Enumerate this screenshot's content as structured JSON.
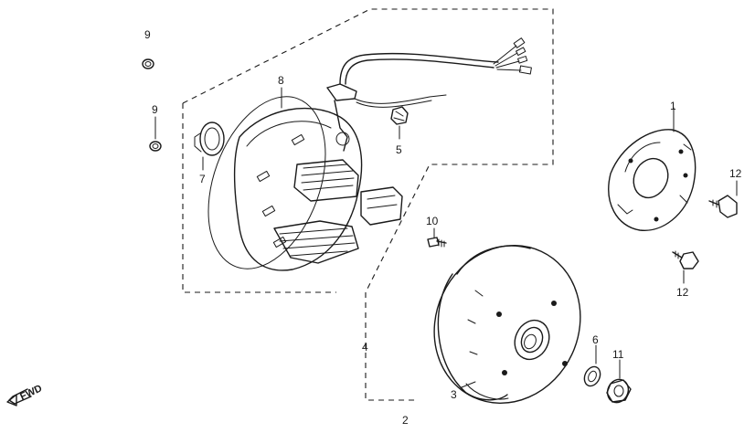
{
  "diagram": {
    "callouts": {
      "p1": "1",
      "p2": "2",
      "p3": "3",
      "p4": "4",
      "p5": "5",
      "p6": "6",
      "p7": "7",
      "p8": "8",
      "p9a": "9",
      "p9b": "9",
      "p10": "10",
      "p11": "11",
      "p12a": "12",
      "p12b": "12"
    },
    "direction_label": "FWD"
  }
}
